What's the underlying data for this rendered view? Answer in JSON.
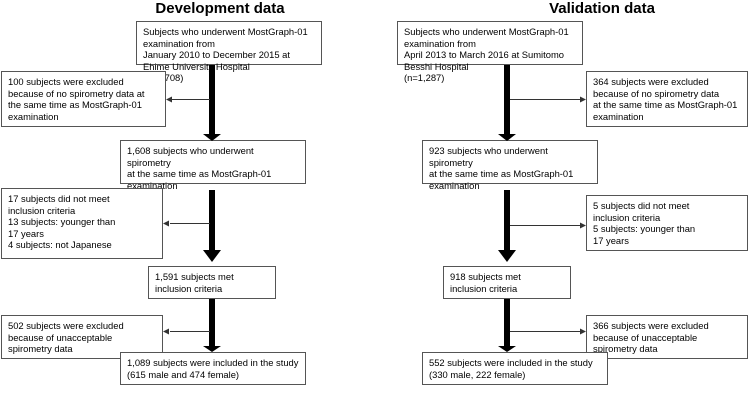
{
  "development": {
    "title": "Development data",
    "top": "Subjects who underwent MostGraph-01 examination from\nJanuary 2010 to December 2015 at Ehime University Hospital\n(n=1,708)",
    "excl1": "100 subjects were excluded\nbecause of no spirometry data at\nthe same time as MostGraph-01\nexamination",
    "mid1": "1,608 subjects who underwent spirometry\nat the same time as MostGraph-01\nexamination",
    "excl2": "17 subjects did not meet\ninclusion criteria\n13 subjects: younger than\n17 years\n4 subjects: not Japanese",
    "mid2": "1,591 subjects met\ninclusion criteria",
    "excl3": "502 subjects were excluded\nbecause of unacceptable\nspirometry data",
    "final": "1,089 subjects were included in the study\n(615 male and 474 female)"
  },
  "validation": {
    "title": "Validation data",
    "top": "Subjects who underwent MostGraph-01 examination from\nApril 2013 to March 2016 at Sumitomo Besshi Hospital\n(n=1,287)",
    "excl1": "364 subjects were excluded\nbecause of no spirometry data\nat the same time as MostGraph-01\nexamination",
    "mid1": "923 subjects who underwent spirometry\nat the same time as MostGraph-01\nexamination",
    "excl2": "5 subjects did not meet\ninclusion criteria\n5 subjects: younger than\n17 years",
    "mid2": "918 subjects met\ninclusion criteria",
    "excl3": "366 subjects were excluded\nbecause of unacceptable\nspirometry data",
    "final": "552 subjects were included in the study\n(330 male, 222 female)"
  }
}
